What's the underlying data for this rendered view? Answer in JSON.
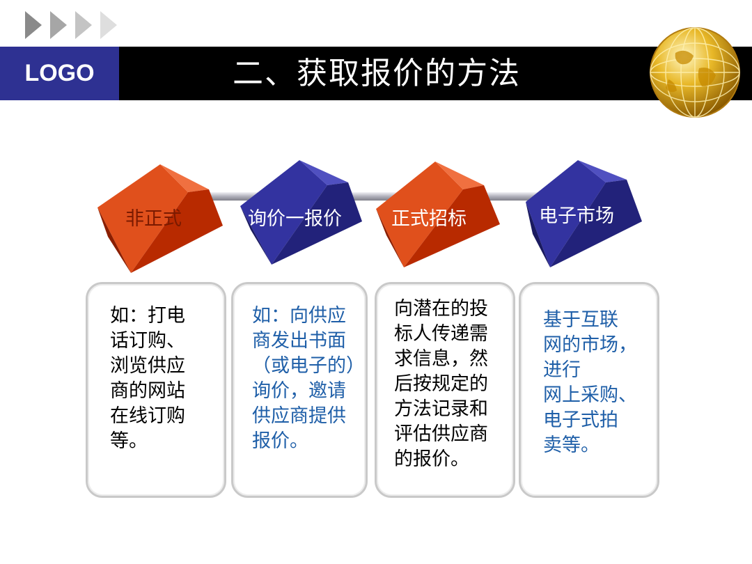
{
  "header": {
    "logo_text": "LOGO",
    "title": "二、获取报价的方法"
  },
  "steps": [
    {
      "label": "非正式",
      "cube_color": "#cc3300",
      "label_color": "#7a1a00"
    },
    {
      "label": "询价一报价",
      "cube_color": "#2e2e8f",
      "label_color": "#ffffff"
    },
    {
      "label": "正式招标",
      "cube_color": "#cc3300",
      "label_color": "#ffffff"
    },
    {
      "label": "电子市场",
      "cube_color": "#2e2e8f",
      "label_color": "#ffffff"
    }
  ],
  "cards": [
    {
      "text": "如：打电\n话订购、\n浏览供应\n商的网站\n在线订购\n等。",
      "color": "#000000"
    },
    {
      "text": "如：向供应\n商发出书面\n（或电子的）\n询价，邀请\n供应商提供\n报价。",
      "color": "#1f5fa8"
    },
    {
      "text": "向潜在的投\n标人传递需\n求信息，然\n后按规定的\n方法记录和\n评估供应商\n的报价。",
      "color": "#000000"
    },
    {
      "text": "基于互联\n网的市场，\n进行\n网上采购、\n电子式拍\n卖等。",
      "color": "#1f5fa8"
    }
  ],
  "colors": {
    "logo_bg": "#2e3192",
    "title_bar": "#000000",
    "chevron": "#c8c8c8",
    "connector": "#b8b8c0",
    "globe_gold": "#d4a017"
  }
}
